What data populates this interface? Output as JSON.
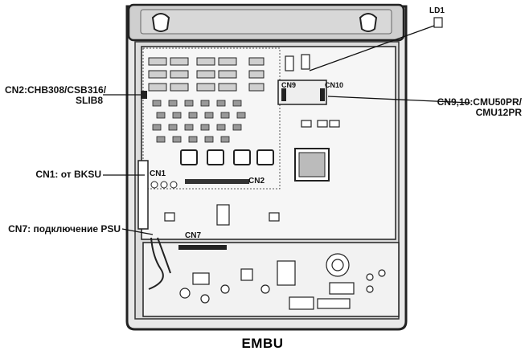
{
  "caption": "EMBU",
  "callouts": {
    "cn2": "CN2:CHB308/CSB316/\nSLIB8",
    "cn1": "CN1: от BKSU",
    "cn7": "CN7: подключение PSU",
    "cn9_10": "CN9,10:CMU50PR/\nCMU12PR",
    "ld1": "LD1"
  },
  "board_labels": {
    "cn1": "CN1",
    "cn2": "CN2",
    "cn7": "CN7",
    "cn9": "CN9",
    "cn10": "CN10"
  }
}
